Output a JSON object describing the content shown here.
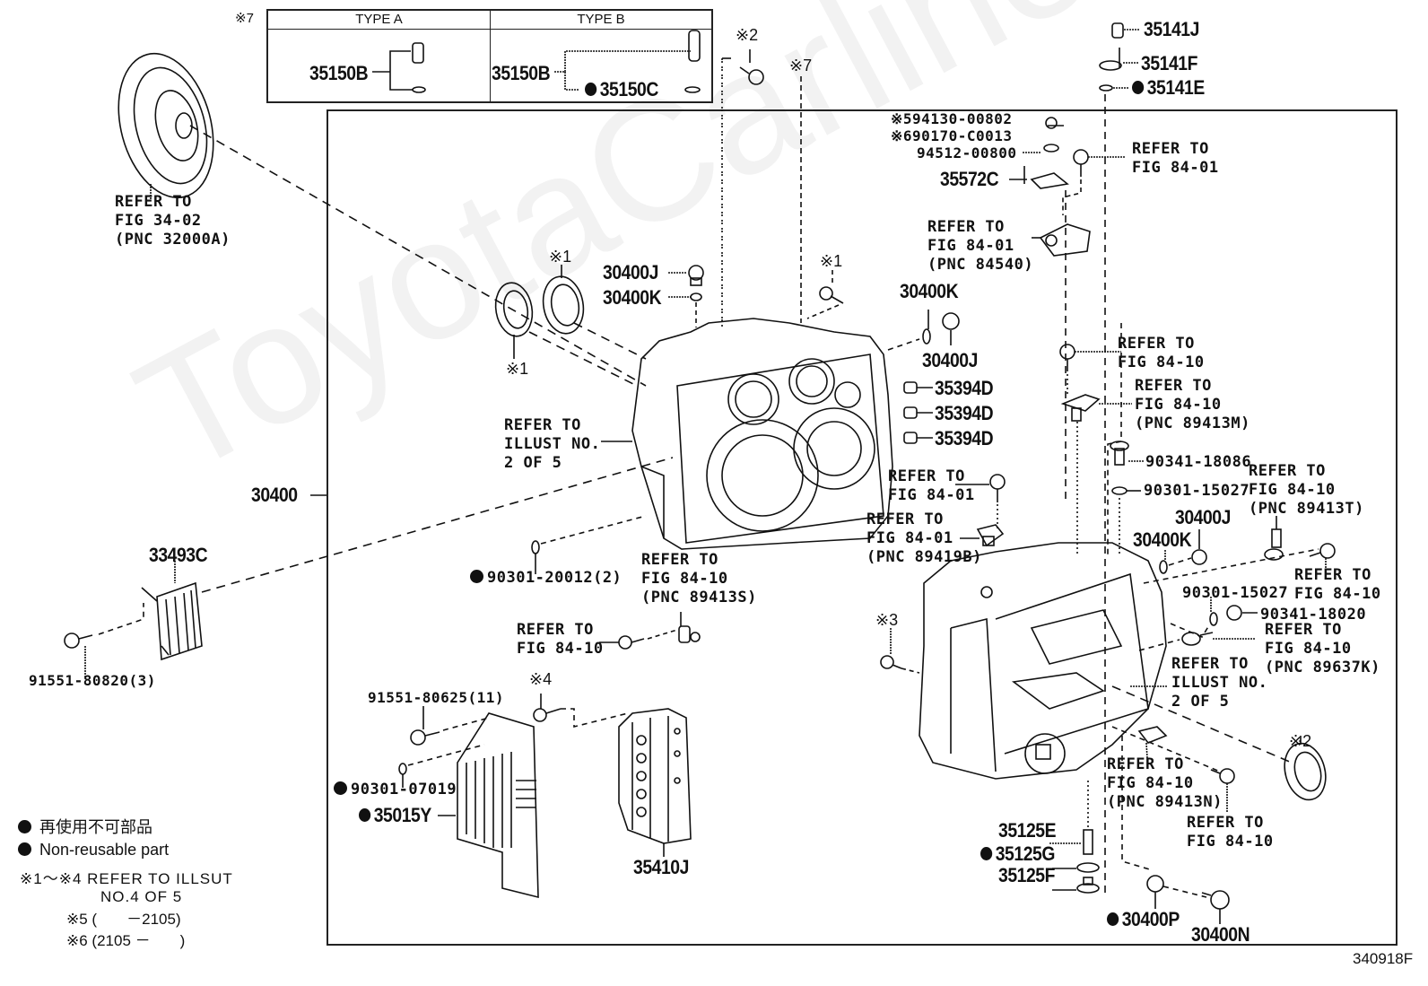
{
  "diagram_code": "340918F",
  "watermark": "ToyotaCarline.ru",
  "type_table": {
    "note_marker": "※7",
    "type_a": {
      "header": "TYPE A",
      "part": "35150B"
    },
    "type_b": {
      "header": "TYPE B",
      "part": "35150B",
      "part2": "35150C"
    }
  },
  "labels": {
    "torque_converter_ref": [
      "REFER TO",
      "FIG 34-02",
      "(PNC 32000A)"
    ],
    "main_part": "30400",
    "oil_cooler": "33493C",
    "cooler_bolt": "91551-80820(3)",
    "seal_note_top": "※1",
    "seal_note_bottom": "※1",
    "plug_30400J_top": "30400J",
    "gasket_30400K_top": "30400K",
    "note_2_top": "※2",
    "note_7": "※7",
    "bolt_note_1": "※1",
    "gasket_30400K_right": "30400K",
    "plug_30400J_right": "30400J",
    "pin_1": "35394D",
    "pin_2": "35394D",
    "pin_3": "35394D",
    "illust_ref_left": [
      "REFER TO",
      "ILLUST NO.",
      "2 OF 5"
    ],
    "oring_90301_20012": "90301-20012(2)",
    "ref_89413S": [
      "REFER TO",
      "FIG 84-10",
      "(PNC 89413S)"
    ],
    "ref_fig_84_10_left": [
      "REFER TO",
      "FIG 84-10"
    ],
    "bolt_91551_80625": "91551-80625(11)",
    "note_4": "※4",
    "oring_90301_07019": "90301-07019",
    "oil_pan": "35015Y",
    "valve_body": "35410J",
    "cap_35141J": "35141J",
    "lever_35141F": "35141F",
    "oring_35141E": "35141E",
    "note5_part": "94130-00802",
    "note5_marker": "※5",
    "note6_part": "90170-C0013",
    "note6_marker": "※6",
    "washer_94512": "94512-00800",
    "lever_35572C": "35572C",
    "ref_fig_84_01_top": [
      "REFER TO",
      "FIG 84-01"
    ],
    "ref_84540": [
      "REFER TO",
      "FIG 84-01",
      "(PNC 84540)"
    ],
    "ref_fig_84_10_a": [
      "REFER TO",
      "FIG 84-10"
    ],
    "ref_89413M": [
      "REFER TO",
      "FIG 84-10",
      "(PNC 89413M)"
    ],
    "plug_90341_18086": "90341-18086",
    "oring_90301_15027_a": "90301-15027",
    "ref_89413T": [
      "REFER TO",
      "FIG 84-10",
      "(PNC 89413T)"
    ],
    "ref_fig_84_01_mid": [
      "REFER TO",
      "FIG 84-01"
    ],
    "ref_89419B": [
      "REFER TO",
      "FIG 84-01",
      "(PNC 89419B)"
    ],
    "plug_30400J_lower": "30400J",
    "gasket_30400K_lower": "30400K",
    "ref_fig_84_10_b": [
      "REFER TO",
      "FIG 84-10"
    ],
    "oring_90301_15027_b": "90301-15027",
    "plug_90341_18020": "90341-18020",
    "ref_89637K": [
      "REFER TO",
      "FIG 84-10",
      "(PNC 89637K)"
    ],
    "illust_ref_right": [
      "REFER TO",
      "ILLUST NO.",
      "2 OF 5"
    ],
    "note_3": "※3",
    "note_2_bottom": "※2",
    "ref_89413N": [
      "REFER TO",
      "FIG 84-10",
      "(PNC 89413N)"
    ],
    "ref_fig_84_10_c": [
      "REFER TO",
      "FIG 84-10"
    ],
    "bolt_35125E": "35125E",
    "washer_35125G": "35125G",
    "nut_35125F": "35125F",
    "gasket_30400P": "30400P",
    "plug_30400N": "30400N"
  },
  "legend": {
    "jp_nonreusable": "再使用不可部品",
    "en_nonreusable": "Non-reusable part",
    "note_1_4": "※1～※4 REFER TO ILLSUT",
    "note_1_4_cont": "NO.4 OF 5",
    "note_5": "※5 (       －2105)",
    "note_6": "※6 (2105 －       )"
  }
}
